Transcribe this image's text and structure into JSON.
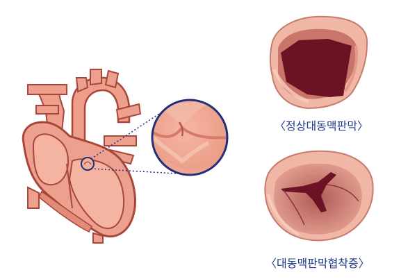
{
  "labels": {
    "normal_valve": "〈정상대동맥판막〉",
    "stenotic_valve": "〈대동맥판막협착증〉"
  },
  "colors": {
    "heart_fill": "#eda08d",
    "heart_outline": "#a8463a",
    "heart_dark": "#c26a58",
    "valve_outer": "#f0b7a6",
    "valve_inner_dark": "#6b1224",
    "zoom_circle_stroke": "#1f2d7a",
    "caption_text": "#1f3a8a"
  },
  "icons": {
    "zoom_indicator": "magnifier-circle",
    "connector": "dotted-line"
  }
}
